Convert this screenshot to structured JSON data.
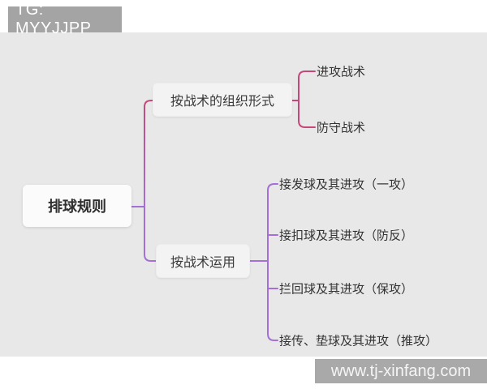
{
  "badge": {
    "text": "TG: MYYJJPP"
  },
  "watermark": {
    "text": "www.tj-xinfang.com"
  },
  "colors": {
    "canvas_bg": "#e8e8e8",
    "badge_bg": "#a4a4a4",
    "watermark_bg": "#a9a9a9",
    "branch1_line": "#c4497a",
    "branch2_line": "#a46fd6",
    "node_bg": "#f8f8f8"
  },
  "mindmap": {
    "root": {
      "label": "排球规则"
    },
    "branches": [
      {
        "label": "按战术的组织形式",
        "children": [
          {
            "label": "进攻战术"
          },
          {
            "label": "防守战术"
          }
        ]
      },
      {
        "label": "按战术运用",
        "children": [
          {
            "label": "接发球及其进攻（一攻）"
          },
          {
            "label": "接扣球及其进攻（防反）"
          },
          {
            "label": "拦回球及其进攻（保攻）"
          },
          {
            "label": "接传、垫球及其进攻（推攻）"
          }
        ]
      }
    ]
  }
}
